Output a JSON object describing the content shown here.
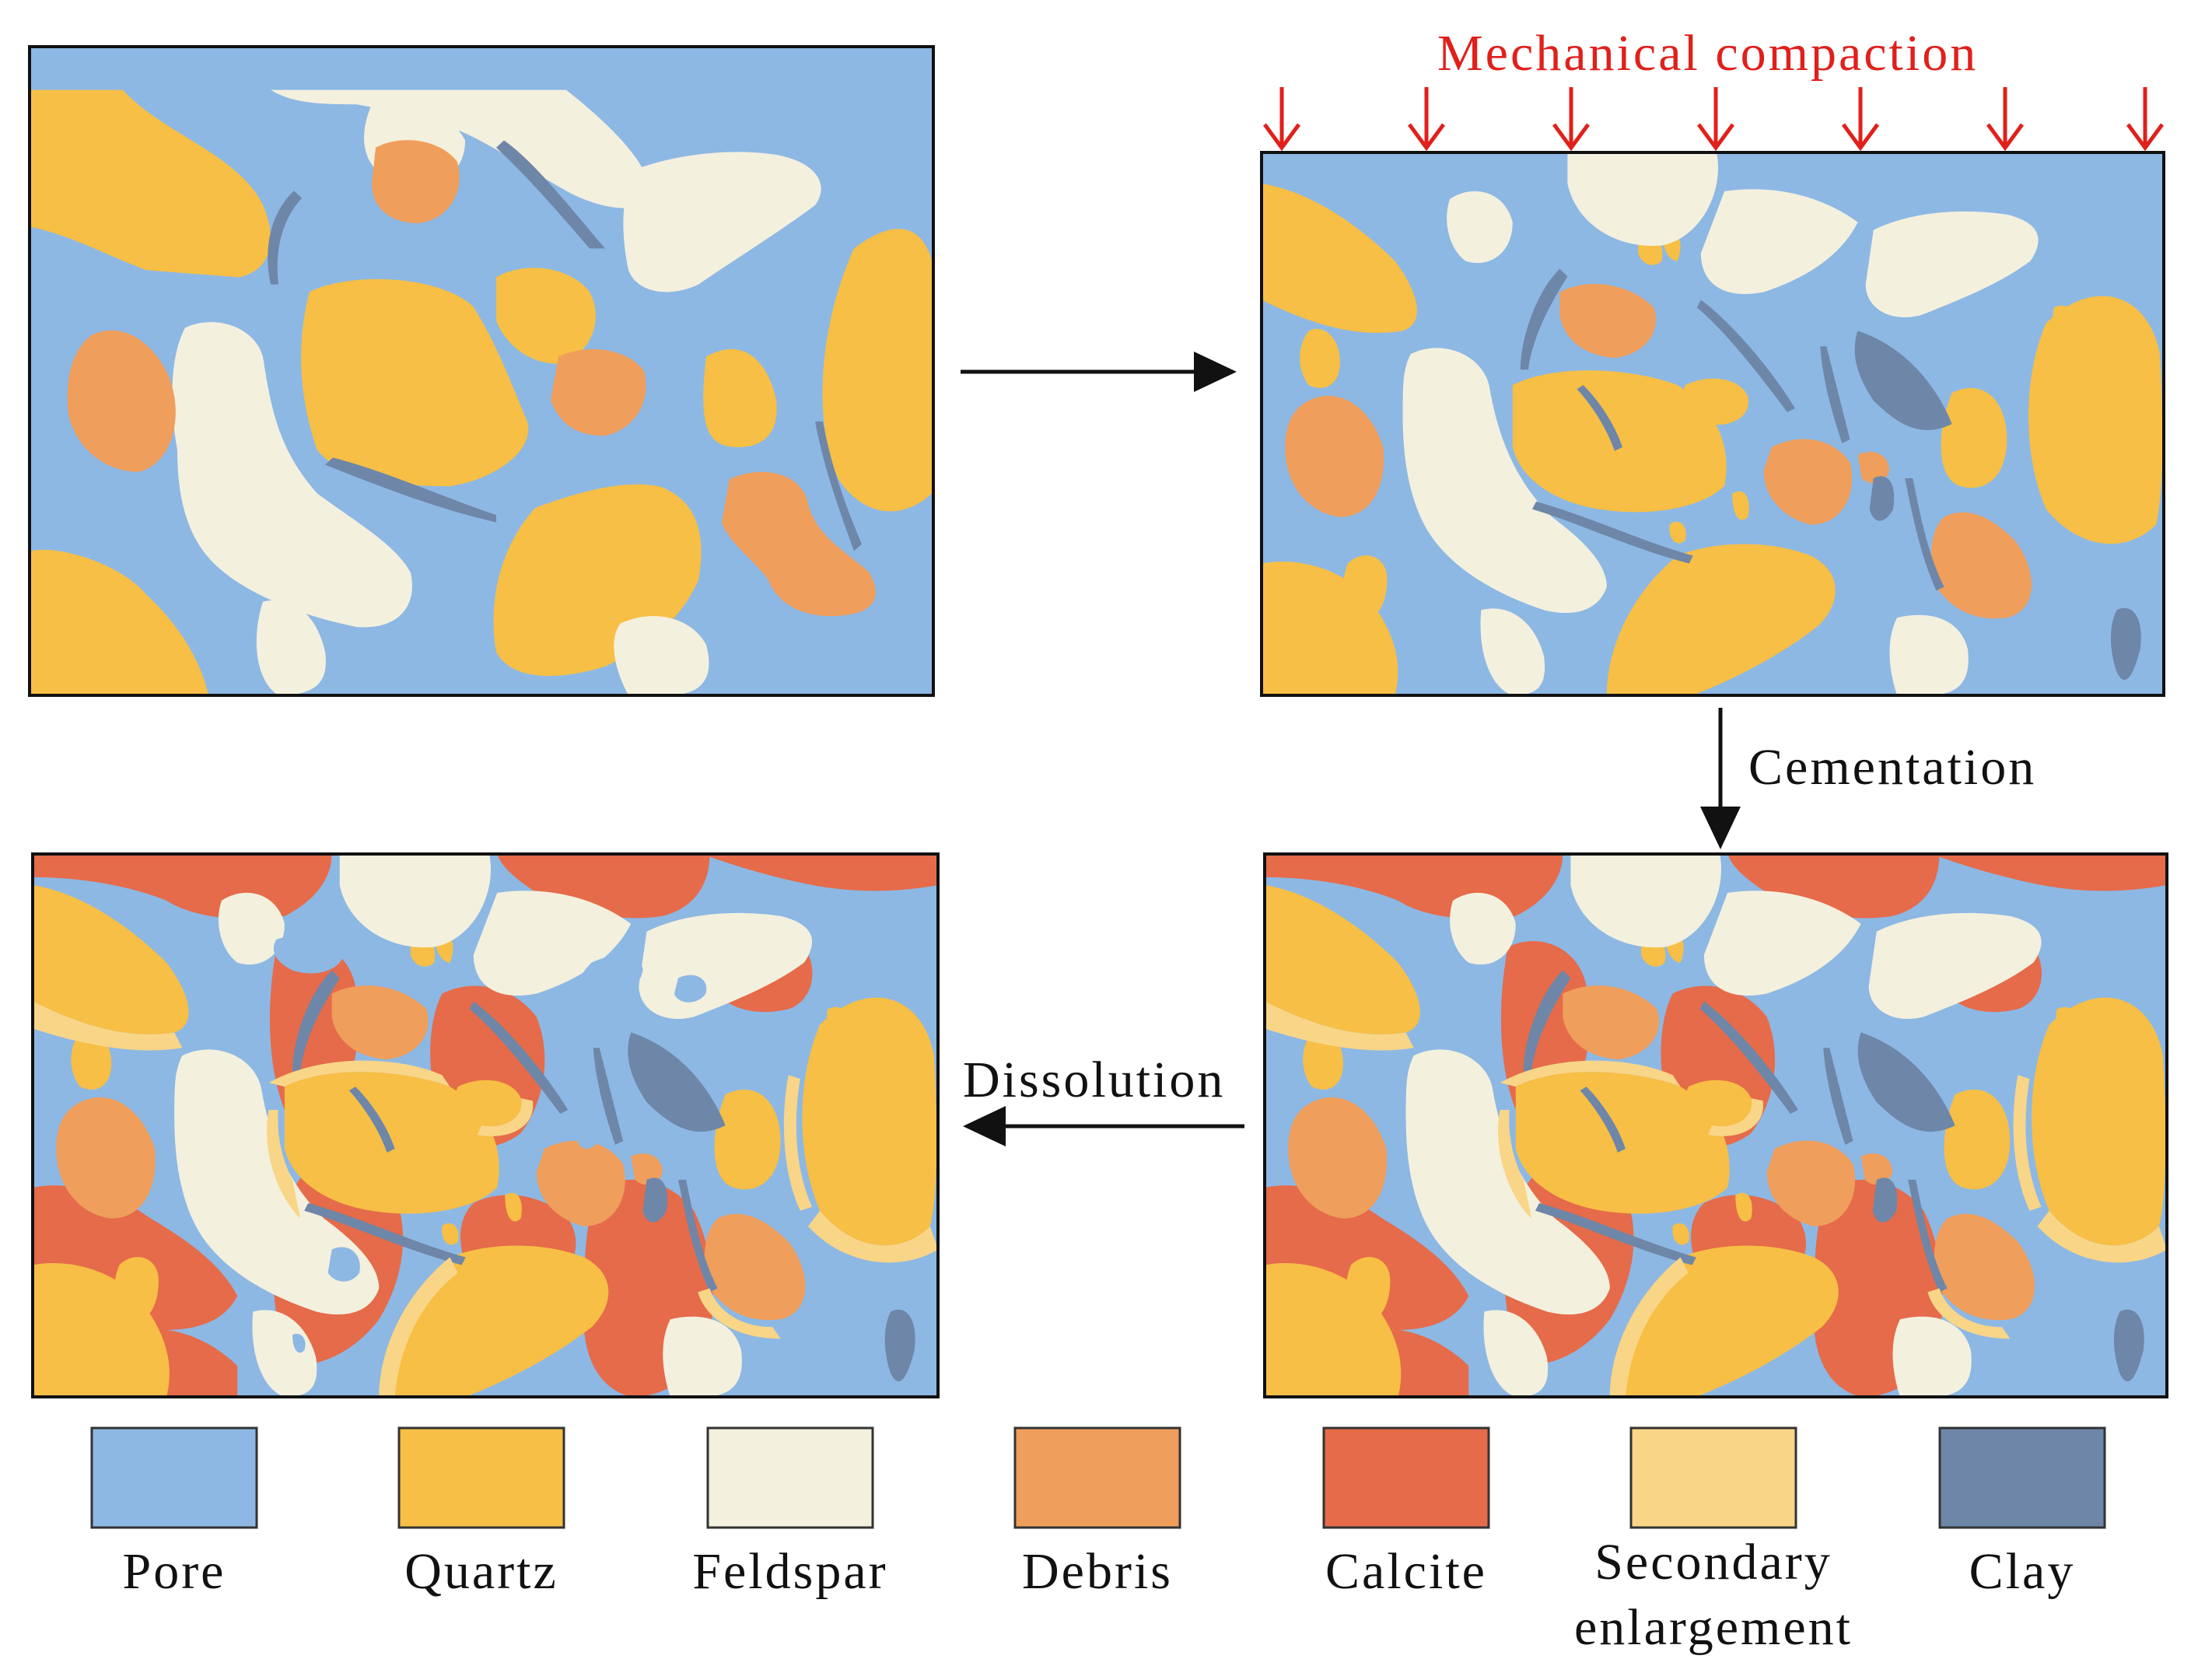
{
  "colors": {
    "pore": "#8DB8E4",
    "quartz": "#F7BF45",
    "feldspar": "#F4F0DE",
    "debris": "#F09E5B",
    "calcite": "#E56B4A",
    "secondary_enlargement": "#F9D587",
    "clay": "#6E86A8",
    "arrow_red": "#E0201B",
    "frame": "#111111"
  },
  "labels": {
    "mechanical_compaction": "Mechanical compaction",
    "cementation": "Cementation",
    "dissolution": "Dissolution"
  },
  "legend": [
    {
      "key": "pore",
      "lines": [
        "Pore"
      ]
    },
    {
      "key": "quartz",
      "lines": [
        "Quartz"
      ]
    },
    {
      "key": "feldspar",
      "lines": [
        "Feldspar"
      ]
    },
    {
      "key": "debris",
      "lines": [
        "Debris"
      ]
    },
    {
      "key": "calcite",
      "lines": [
        "Calcite"
      ]
    },
    {
      "key": "secondary_enlargement",
      "lines": [
        "Secondary",
        "enlargement"
      ]
    },
    {
      "key": "clay",
      "lines": [
        "Clay"
      ]
    }
  ]
}
